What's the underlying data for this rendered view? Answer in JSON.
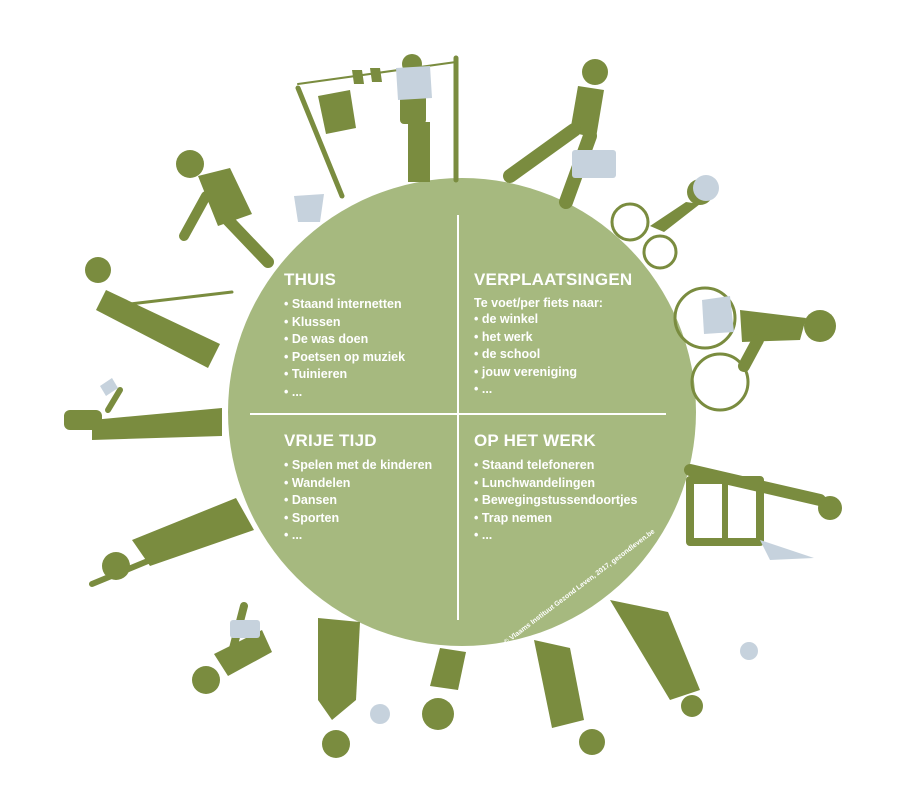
{
  "colors": {
    "circle": "#a6b97f",
    "figure": "#7a8c3f",
    "object": "#c6d2dd",
    "divider": "#ffffff"
  },
  "quadrants": {
    "thuis": {
      "title": "THUIS",
      "items": [
        "Staand internetten",
        "Klussen",
        "De was doen",
        "Poetsen op muziek",
        "Tuinieren",
        "..."
      ]
    },
    "verplaatsingen": {
      "title": "VERPLAATSINGEN",
      "intro": "Te voet/per fiets naar:",
      "items": [
        "de winkel",
        "het werk",
        "de school",
        "jouw vereniging",
        "..."
      ]
    },
    "vrije_tijd": {
      "title": "VRIJE TIJD",
      "items": [
        "Spelen met de kinderen",
        "Wandelen",
        "Dansen",
        "Sporten",
        "..."
      ]
    },
    "op_het_werk": {
      "title": "OP HET WERK",
      "items": [
        "Staand telefoneren",
        "Lunchwandelingen",
        "Bewegingstussendoortjes",
        "Trap nemen",
        "..."
      ]
    }
  },
  "credit": "© Vlaams Instituut Gezond Leven, 2017, gezondleven.be"
}
